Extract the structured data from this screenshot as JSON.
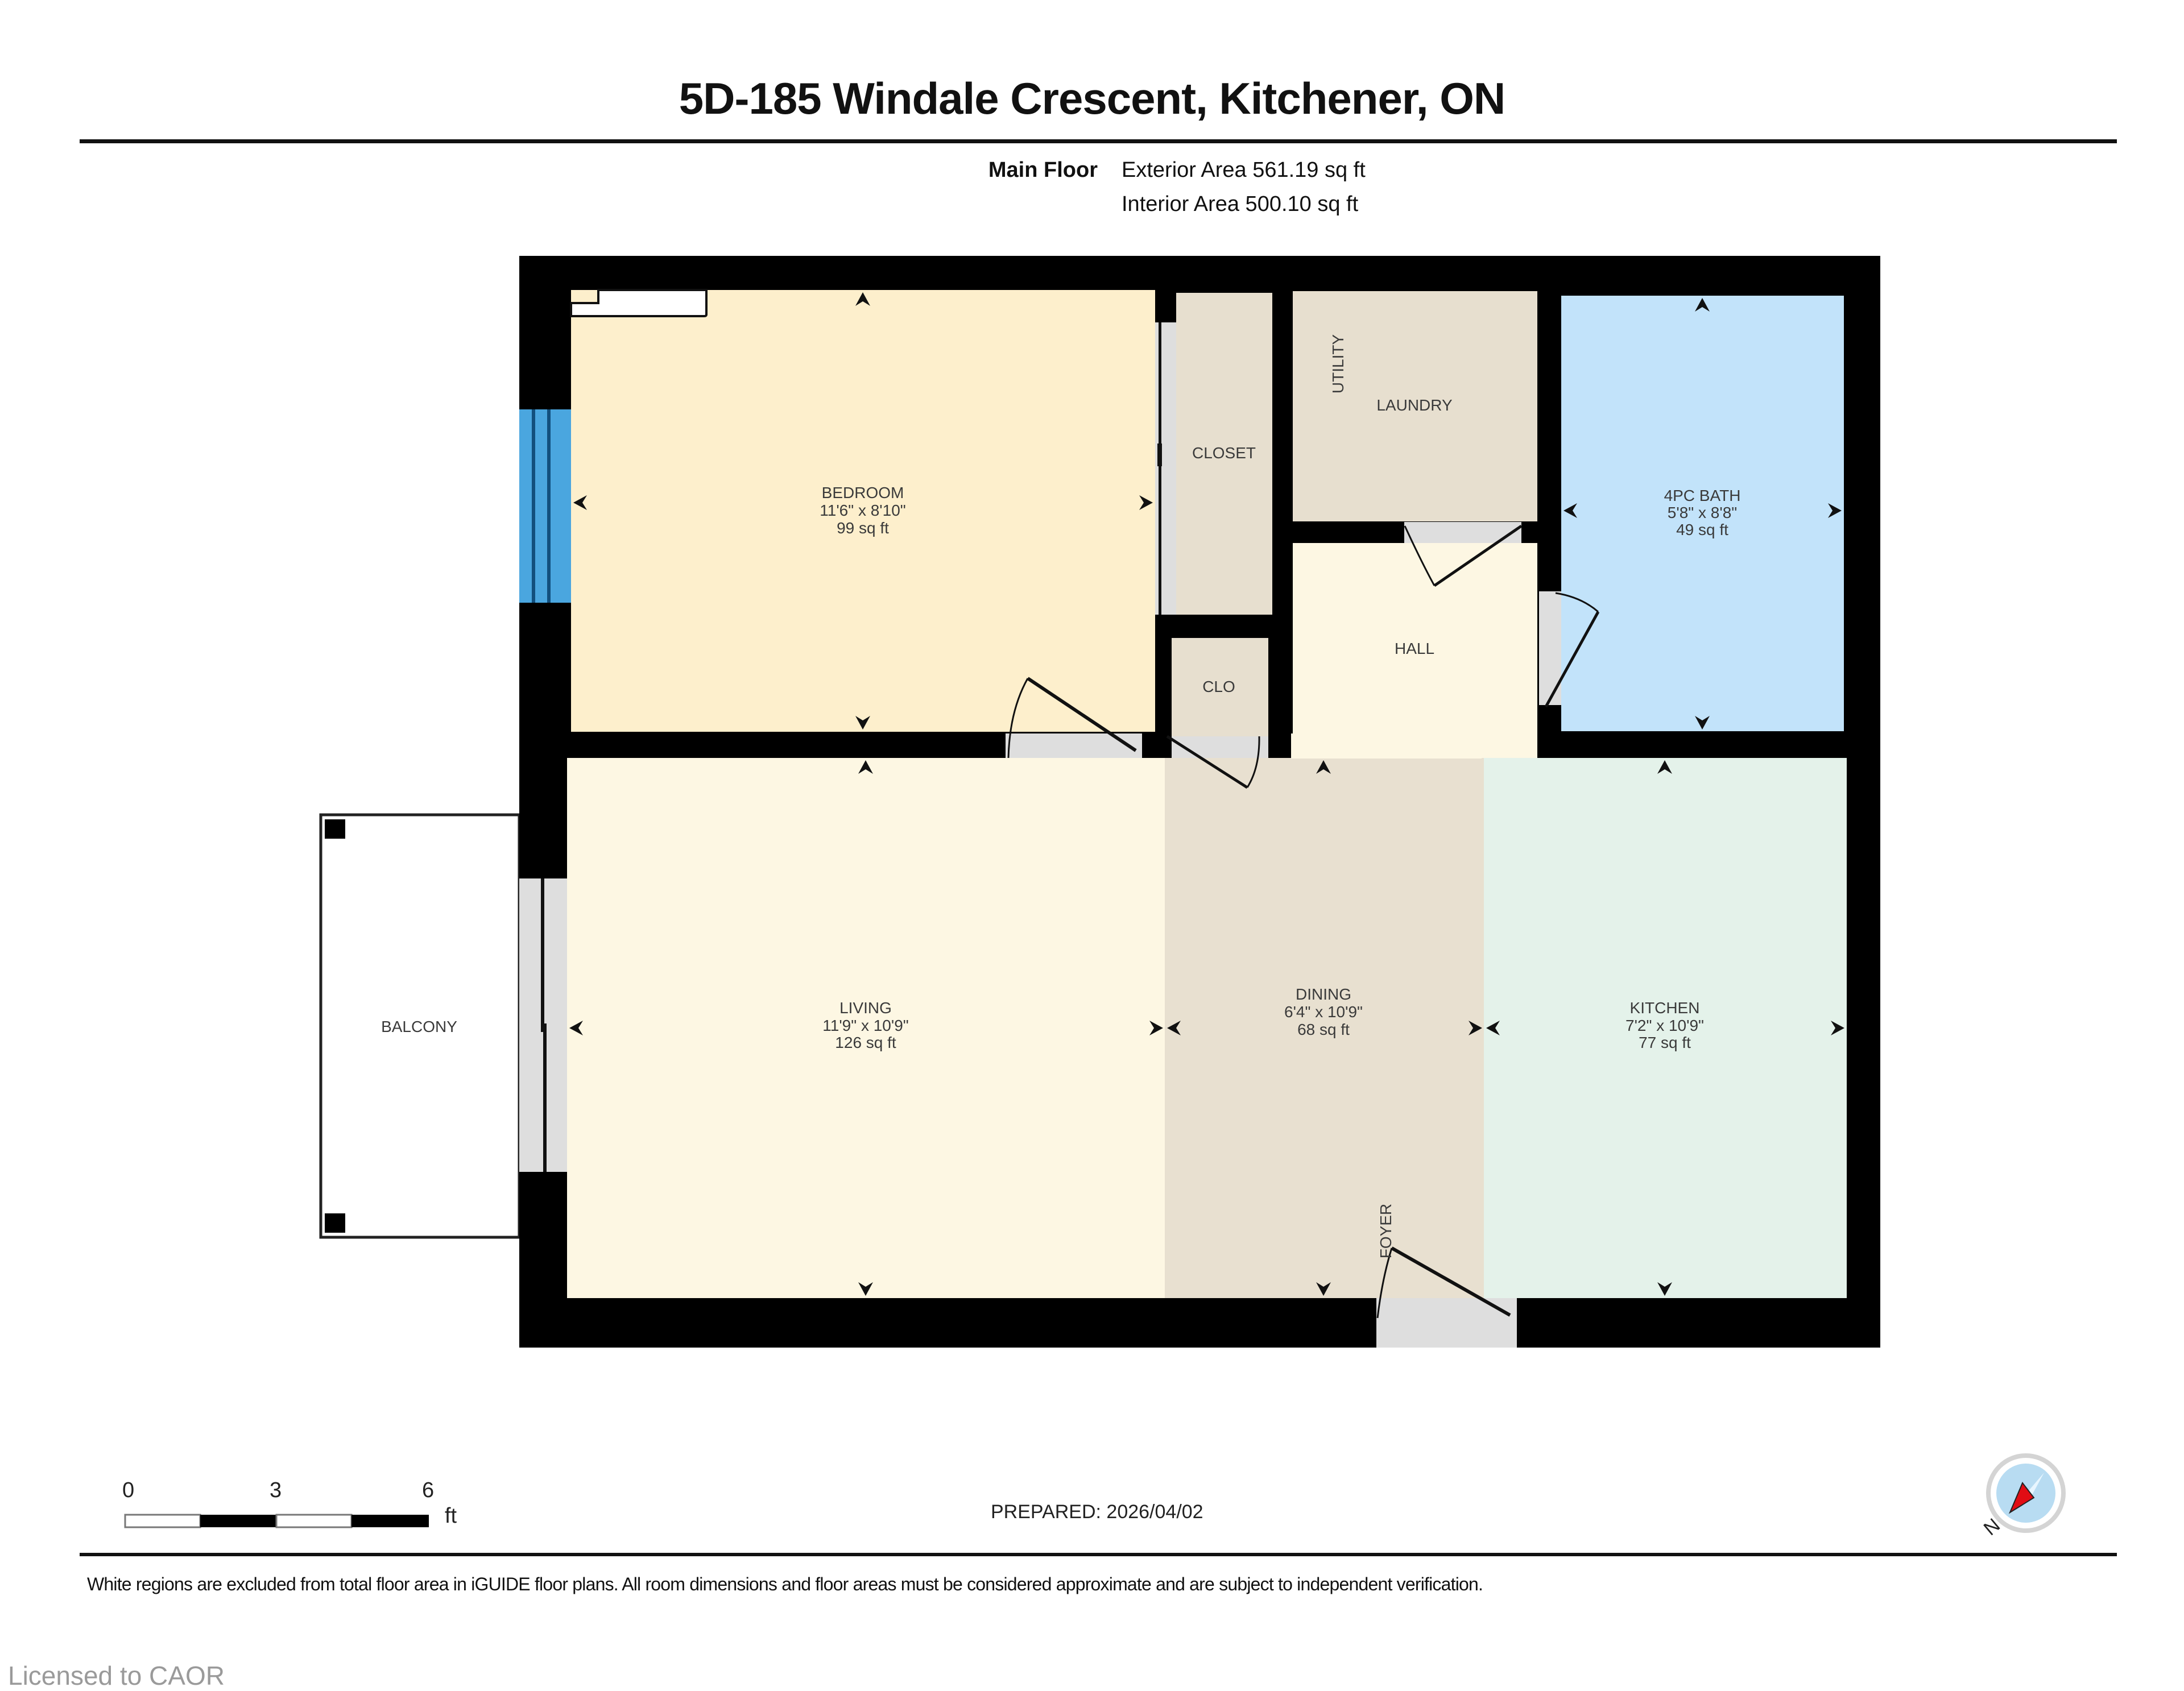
{
  "title": "5D-185 Windale Crescent, Kitchener, ON",
  "floor": {
    "name": "Main Floor",
    "exterior_area": "Exterior Area 561.19 sq ft",
    "interior_area": "Interior Area 500.10 sq ft"
  },
  "rooms": {
    "bedroom": {
      "name": "BEDROOM",
      "dims": "11'6\" x 8'10\"",
      "area": "99 sq ft",
      "color": "#fdefcc"
    },
    "closet": {
      "name": "CLOSET",
      "color": "#e7dfcf"
    },
    "clo": {
      "name": "CLO",
      "color": "#e7dfcf"
    },
    "utility": {
      "name": "UTILITY"
    },
    "laundry": {
      "name": "LAUNDRY",
      "color": "#e7dfcf"
    },
    "hall": {
      "name": "HALL",
      "color": "#fdf7e3"
    },
    "bath": {
      "name": "4PC BATH",
      "dims": "5'8\" x 8'8\"",
      "area": "49 sq ft",
      "color": "#c2e3fa"
    },
    "living": {
      "name": "LIVING",
      "dims": "11'9\" x 10'9\"",
      "area": "126 sq ft",
      "color": "#fdf7e3"
    },
    "dining": {
      "name": "DINING",
      "dims": "6'4\" x 10'9\"",
      "area": "68 sq ft",
      "color": "#e8e0d0"
    },
    "kitchen": {
      "name": "KITCHEN",
      "dims": "7'2\" x 10'9\"",
      "area": "77 sq ft",
      "color": "#e4f2ea"
    },
    "foyer": {
      "name": "FOYER"
    },
    "balcony": {
      "name": "BALCONY"
    }
  },
  "colors": {
    "wall": "#000000",
    "window": "#4aa6df",
    "opening": "#dedede"
  },
  "scale_bar": {
    "labels": [
      "0",
      "3",
      "6"
    ],
    "unit": "ft"
  },
  "compass": {
    "label": "N",
    "icon": "compass-icon"
  },
  "prepared": "PREPARED: 2026/04/02",
  "disclaimer": "White regions are excluded from total floor area in iGUIDE floor plans. All room dimensions and floor areas must be considered approximate and are subject to independent verification.",
  "license": "Licensed to CAOR"
}
